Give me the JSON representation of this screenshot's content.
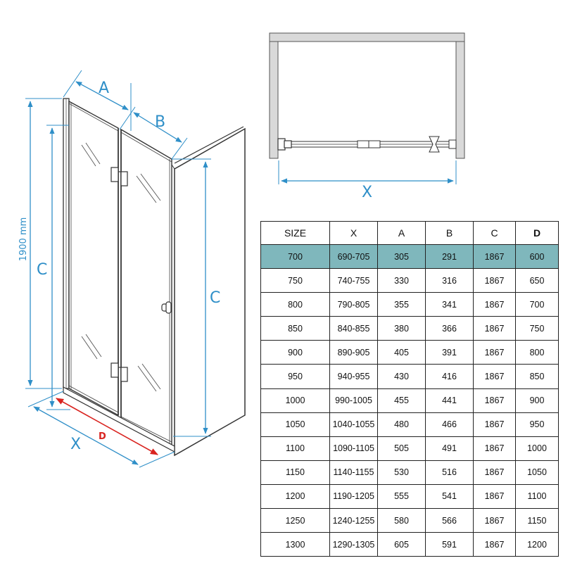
{
  "labels": {
    "height_label": "1900 mm",
    "a": "A",
    "b": "B",
    "c_left": "C",
    "c_right": "C",
    "x_front": "X",
    "x_top": "X",
    "d": "D"
  },
  "colors": {
    "dimension_line": "#2f8fc8",
    "d_arrow": "#d9231f",
    "highlight_row": "#7fb7bc"
  },
  "table": {
    "headers": [
      "SIZE",
      "X",
      "A",
      "B",
      "C",
      "D"
    ],
    "bold_header": "D",
    "highlighted_row": 0,
    "rows": [
      [
        "700",
        "690-705",
        "305",
        "291",
        "1867",
        "600"
      ],
      [
        "750",
        "740-755",
        "330",
        "316",
        "1867",
        "650"
      ],
      [
        "800",
        "790-805",
        "355",
        "341",
        "1867",
        "700"
      ],
      [
        "850",
        "840-855",
        "380",
        "366",
        "1867",
        "750"
      ],
      [
        "900",
        "890-905",
        "405",
        "391",
        "1867",
        "800"
      ],
      [
        "950",
        "940-955",
        "430",
        "416",
        "1867",
        "850"
      ],
      [
        "1000",
        "990-1005",
        "455",
        "441",
        "1867",
        "900"
      ],
      [
        "1050",
        "1040-1055",
        "480",
        "466",
        "1867",
        "950"
      ],
      [
        "1100",
        "1090-1105",
        "505",
        "491",
        "1867",
        "1000"
      ],
      [
        "1150",
        "1140-1155",
        "530",
        "516",
        "1867",
        "1050"
      ],
      [
        "1200",
        "1190-1205",
        "555",
        "541",
        "1867",
        "1100"
      ],
      [
        "1250",
        "1240-1255",
        "580",
        "566",
        "1867",
        "1150"
      ],
      [
        "1300",
        "1290-1305",
        "605",
        "591",
        "1867",
        "1200"
      ]
    ]
  }
}
